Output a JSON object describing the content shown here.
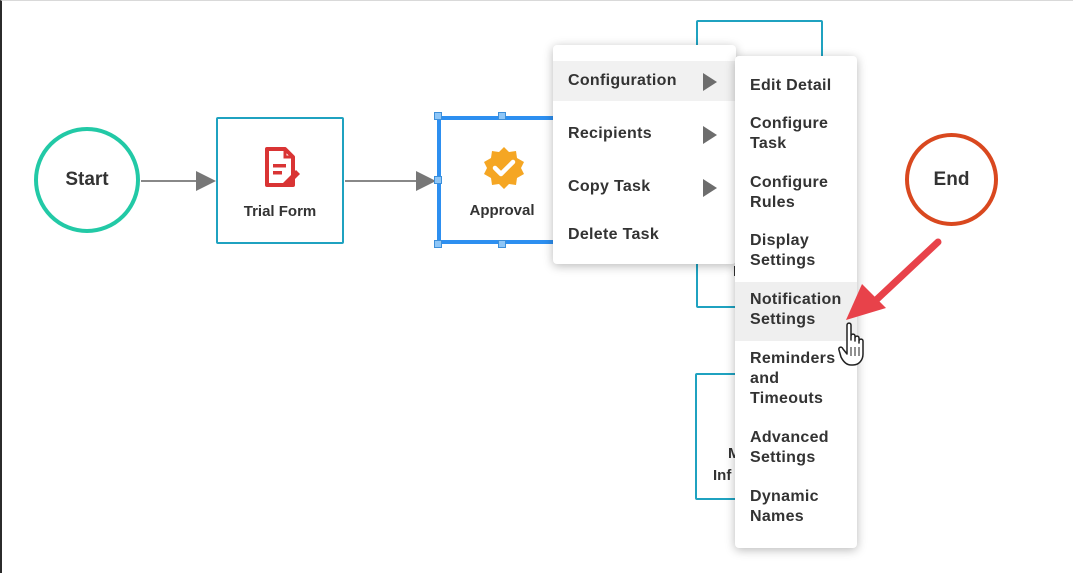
{
  "workflow": {
    "start_label": "Start",
    "end_label": "End",
    "tasks": [
      {
        "label": "Trial Form",
        "icon": "form-edit-icon",
        "icon_color": "#d93434"
      },
      {
        "label": "Approval",
        "icon": "approval-badge-icon",
        "icon_color": "#f5a623",
        "selected": true
      }
    ],
    "partial_labels": {
      "hidden_node_1": "I",
      "hidden_node_2_line1": "M",
      "hidden_node_2_line2": "Inf"
    }
  },
  "context_menu": {
    "items": [
      {
        "label": "Configuration",
        "has_submenu": true,
        "active": true
      },
      {
        "label": "Recipients",
        "has_submenu": true
      },
      {
        "label": "Copy Task",
        "has_submenu": true
      },
      {
        "label": "Delete Task",
        "has_submenu": false
      }
    ]
  },
  "submenu": {
    "items": [
      {
        "line1": "Edit Detail",
        "line2": "",
        "line3": ""
      },
      {
        "line1": "Configure",
        "line2": "Task",
        "line3": ""
      },
      {
        "line1": "Configure",
        "line2": "Rules",
        "line3": ""
      },
      {
        "line1": "Display",
        "line2": "Settings",
        "line3": ""
      },
      {
        "line1": "Notification",
        "line2": "Settings",
        "line3": "",
        "hover": true
      },
      {
        "line1": "Reminders",
        "line2": "and",
        "line3": "Timeouts"
      },
      {
        "line1": "Advanced",
        "line2": "Settings",
        "line3": ""
      },
      {
        "line1": "Dynamic",
        "line2": "Names",
        "line3": ""
      }
    ]
  },
  "colors": {
    "start_border": "#22c9a6",
    "end_border": "#d9481f",
    "task_border": "#1fa2c0",
    "selected_border": "#2d8ff0",
    "annotation_arrow": "#e8424a"
  }
}
